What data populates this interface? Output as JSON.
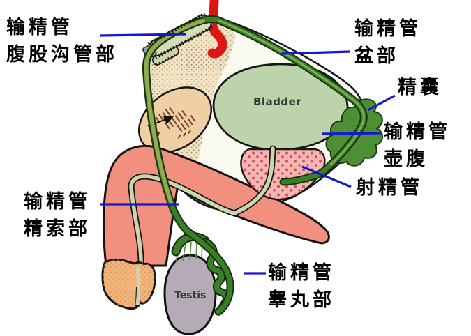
{
  "figure": {
    "type": "anatomical-diagram",
    "subject": "Course of the vas deferens in the male pelvis",
    "labels": {
      "inguinal": {
        "line1": "输精管",
        "line2": "腹股沟管部"
      },
      "pelvic": {
        "line1": "输精管",
        "line2": "盆部"
      },
      "seminal_vesicle": {
        "line1": "精囊"
      },
      "ampulla": {
        "line1": "输精管",
        "line2": "壶腹"
      },
      "ejaculatory": {
        "line1": "射精管"
      },
      "spermatic_cord": {
        "line1": "输精管",
        "line2": "精索部"
      },
      "testicular": {
        "line1": "输精管",
        "line2": "睾丸部"
      }
    },
    "organ_labels": {
      "bladder": "Bladder",
      "testis": "Testis"
    },
    "colors": {
      "leader_line": "#1418cf",
      "label_text": "#000000",
      "vas_deferens_green": "#3c7d28",
      "vas_core_olive": "#96a851",
      "bladder_fill": "#bcd3ac",
      "prostate_fill": "#f6b6b4",
      "penis_fill": "#f2907f",
      "glans_fill": "#f0b47c",
      "testis_fill": "#b5abb7",
      "vessel_red": "#dc1612",
      "body_wall_tan": "#f3e3c3"
    }
  }
}
